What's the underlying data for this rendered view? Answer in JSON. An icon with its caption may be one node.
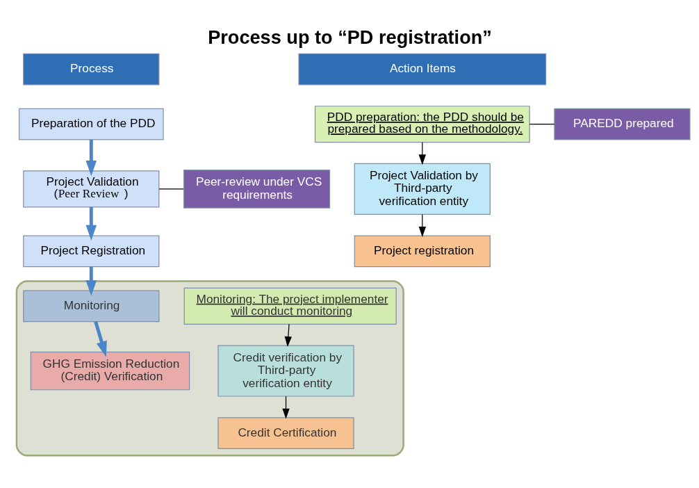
{
  "diagram": {
    "title": "Process up to “PD registration”",
    "nodes": [
      {
        "text": [
          "Process"
        ]
      },
      {
        "text": [
          "Action Items"
        ]
      },
      {
        "text": [
          "Preparation of the PDD"
        ]
      },
      {
        "text": [
          "PDD preparation: the PDD should be prepared based on the methodology."
        ]
      },
      {
        "text": [
          "PAREDD prepared"
        ]
      },
      {
        "text": [
          "Project Validation (*Peer Review*)"
        ]
      },
      {
        "text": [
          "Peer-review under VCS requirements"
        ]
      },
      {
        "text": [
          "Project Validation by Third-party verification entity"
        ]
      },
      {
        "text": [
          "Project Registration"
        ]
      },
      {
        "text": [
          "Project registration"
        ]
      },
      {
        "text": [],
        "shape": "box"
      },
      {
        "text": [
          "Monitoring"
        ],
        "in": 10
      },
      {
        "text": [
          "Monitoring: The project implementer will conduct monitoring"
        ],
        "in": 10
      },
      {
        "text": [
          "GHG Emission Reduction (Credit) Verification"
        ],
        "in": 10
      },
      {
        "text": [
          "Credit verification by Third-party verification entity"
        ],
        "in": 10
      },
      {
        "text": [
          "Credit Certification"
        ],
        "in": 10
      }
    ],
    "edges": [
      {
        "from": 2,
        "to": 5,
        "arrow": "to",
        "style": "thick",
        "color": "#4a86c8"
      },
      {
        "from": 5,
        "to": 8,
        "arrow": "to",
        "style": "thick",
        "color": "#4a86c8"
      },
      {
        "from": 8,
        "to": 11,
        "arrow": "to",
        "style": "thick",
        "color": "#4a86c8"
      },
      {
        "from": 11,
        "to": 13,
        "arrow": "to",
        "style": "thick",
        "color": "#4a86c8"
      },
      {
        "from": 3,
        "to": 4,
        "arrow": "none"
      },
      {
        "from": 5,
        "to": 6,
        "arrow": "none"
      },
      {
        "from": 3,
        "to": 7,
        "arrow": "to"
      },
      {
        "from": 7,
        "to": 9,
        "arrow": "to"
      },
      {
        "from": 12,
        "to": 14,
        "arrow": "to"
      },
      {
        "from": 14,
        "to": 15,
        "arrow": "to"
      }
    ]
  }
}
